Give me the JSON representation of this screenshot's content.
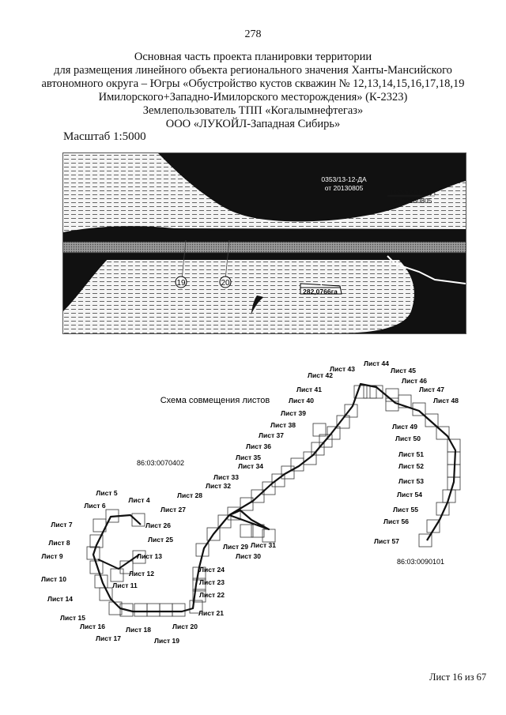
{
  "page_number": "278",
  "header": {
    "lines": [
      "Основная часть проекта планировки территории",
      "для размещения линейного объекта регионального значения Ханты-Мансийского",
      "автономного округа – Югры «Обустройство кустов скважин № 12,13,14,15,16,17,18,19",
      "Имилорского+Западно-Имилорского месторождения» (К-2323)",
      "Землепользователь ТПП «Когалымнефтегаз»",
      "ООО «ЛУКОЙЛ-Западная Сибирь»"
    ]
  },
  "scale": "Масштаб 1:5000",
  "map": {
    "labels": {
      "plot1_number": "0353/13-12-ДА",
      "plot1_date": "от 20130805",
      "plot2_number": "0354/13-12-ДА",
      "plot2_date": "от 20130805",
      "point_19": "19",
      "point_20": "20",
      "area_number": "1",
      "area_value": "282,0766га"
    }
  },
  "scheme": {
    "title": "Схема совмещения листов",
    "cadastral_1": "86:03:0070402",
    "cadastral_2": "86:03:0090101",
    "sheets": [
      "Лист 4",
      "Лист 5",
      "Лист 6",
      "Лист 7",
      "Лист 8",
      "Лист 9",
      "Лист 10",
      "Лист 11",
      "Лист 12",
      "Лист 13",
      "Лист 14",
      "Лист 15",
      "Лист 16",
      "Лист 17",
      "Лист 18",
      "Лист 19",
      "Лист 20",
      "Лист 21",
      "Лист 22",
      "Лист 23",
      "Лист 24",
      "Лист 25",
      "Лист 26",
      "Лист 27",
      "Лист 28",
      "Лист 29",
      "Лист 30",
      "Лист 31",
      "Лист 32",
      "Лист 33",
      "Лист 34",
      "Лист 35",
      "Лист 36",
      "Лист 37",
      "Лист 38",
      "Лист 39",
      "Лист 40",
      "Лист 41",
      "Лист 42",
      "Лист 43",
      "Лист 44",
      "Лист 45",
      "Лист 46",
      "Лист 47",
      "Лист 48",
      "Лист 49",
      "Лист 50",
      "Лист 51",
      "Лист 52",
      "Лист 53",
      "Лист 54",
      "Лист 55",
      "Лист 56",
      "Лист 57"
    ]
  },
  "footer": "Лист  16 из 67"
}
